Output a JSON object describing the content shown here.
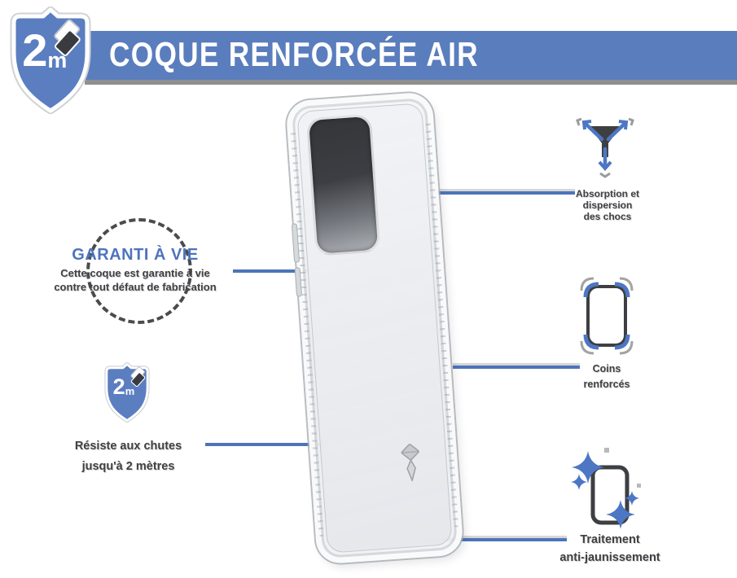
{
  "header": {
    "title": "COQUE RENFORCÉE AIR"
  },
  "hero_badge": {
    "value": "2",
    "unit": "m"
  },
  "colors": {
    "band_blue": "#5a7dbe",
    "shield_blue": "#5b7ec1",
    "line_blue": "#4d74ba",
    "accent_text_blue": "#4d74bd",
    "text_dark": "#3f4043"
  },
  "callouts": {
    "shock": {
      "lines": [
        "Absorption et",
        "dispersion",
        "des chocs"
      ]
    },
    "warranty": {
      "title": "GARANTI À VIE",
      "lines": [
        "Cette coque est garantie à vie",
        "contre tout défaut de fabrication"
      ]
    },
    "corners": {
      "lines": [
        "Coins",
        "renforcés"
      ]
    },
    "drop": {
      "badge_value": "2",
      "badge_unit": "m",
      "lines": [
        "Résiste aux chutes",
        "jusqu'à 2 mètres"
      ]
    },
    "anti_yellowing": {
      "lines": [
        "Traitement",
        "anti-jaunissement"
      ]
    }
  }
}
